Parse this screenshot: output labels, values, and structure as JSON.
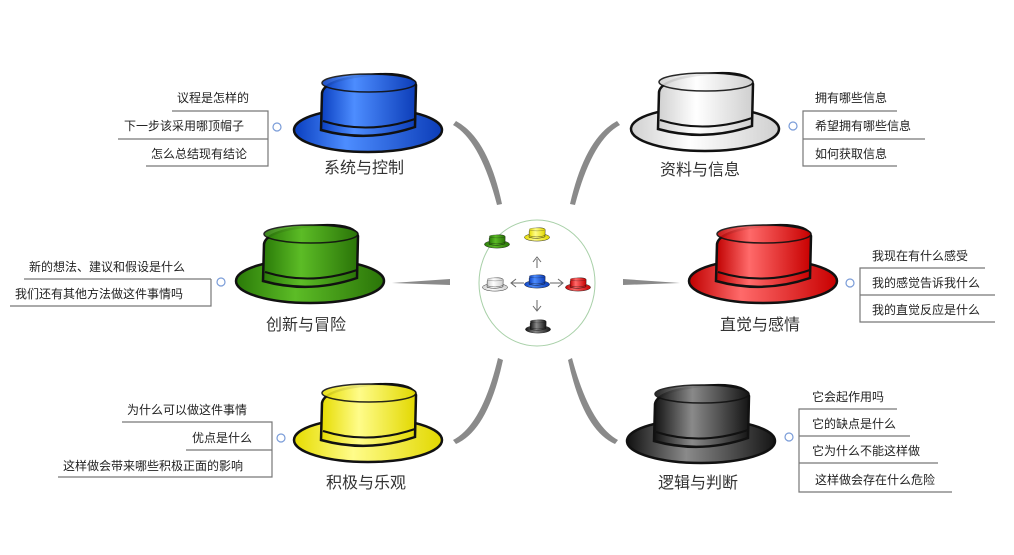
{
  "topics": {
    "blue": {
      "name": "系统与控制",
      "items": [
        "议程是怎样的",
        "下一步该采用哪顶帽子",
        "怎么总结现有结论"
      ]
    },
    "white": {
      "name": "资料与信息",
      "items": [
        "拥有哪些信息",
        "希望拥有哪些信息",
        "如何获取信息"
      ]
    },
    "green": {
      "name": "创新与冒险",
      "items": [
        "新的想法、建议和假设是什么",
        "我们还有其他方法做这件事情吗"
      ]
    },
    "red": {
      "name": "直觉与感情",
      "items": [
        "我现在有什么感受",
        "我的感觉告诉我什么",
        "我的直觉反应是什么"
      ]
    },
    "yellow": {
      "name": "积极与乐观",
      "items": [
        "为什么可以做这件事情",
        "优点是什么",
        "这样做会带来哪些积极正面的影响"
      ]
    },
    "black": {
      "name": "逻辑与判断",
      "items": [
        "它会起作用吗",
        "它的缺点是什么",
        "它为什么不能这样做",
        "这样做会存在什么危险"
      ]
    }
  },
  "colors": {
    "blue": "#1e5ef0",
    "white": "#f2f2f2",
    "green": "#3a9a12",
    "red": "#e81010",
    "yellow": "#f4ee10",
    "black": "#222222"
  }
}
